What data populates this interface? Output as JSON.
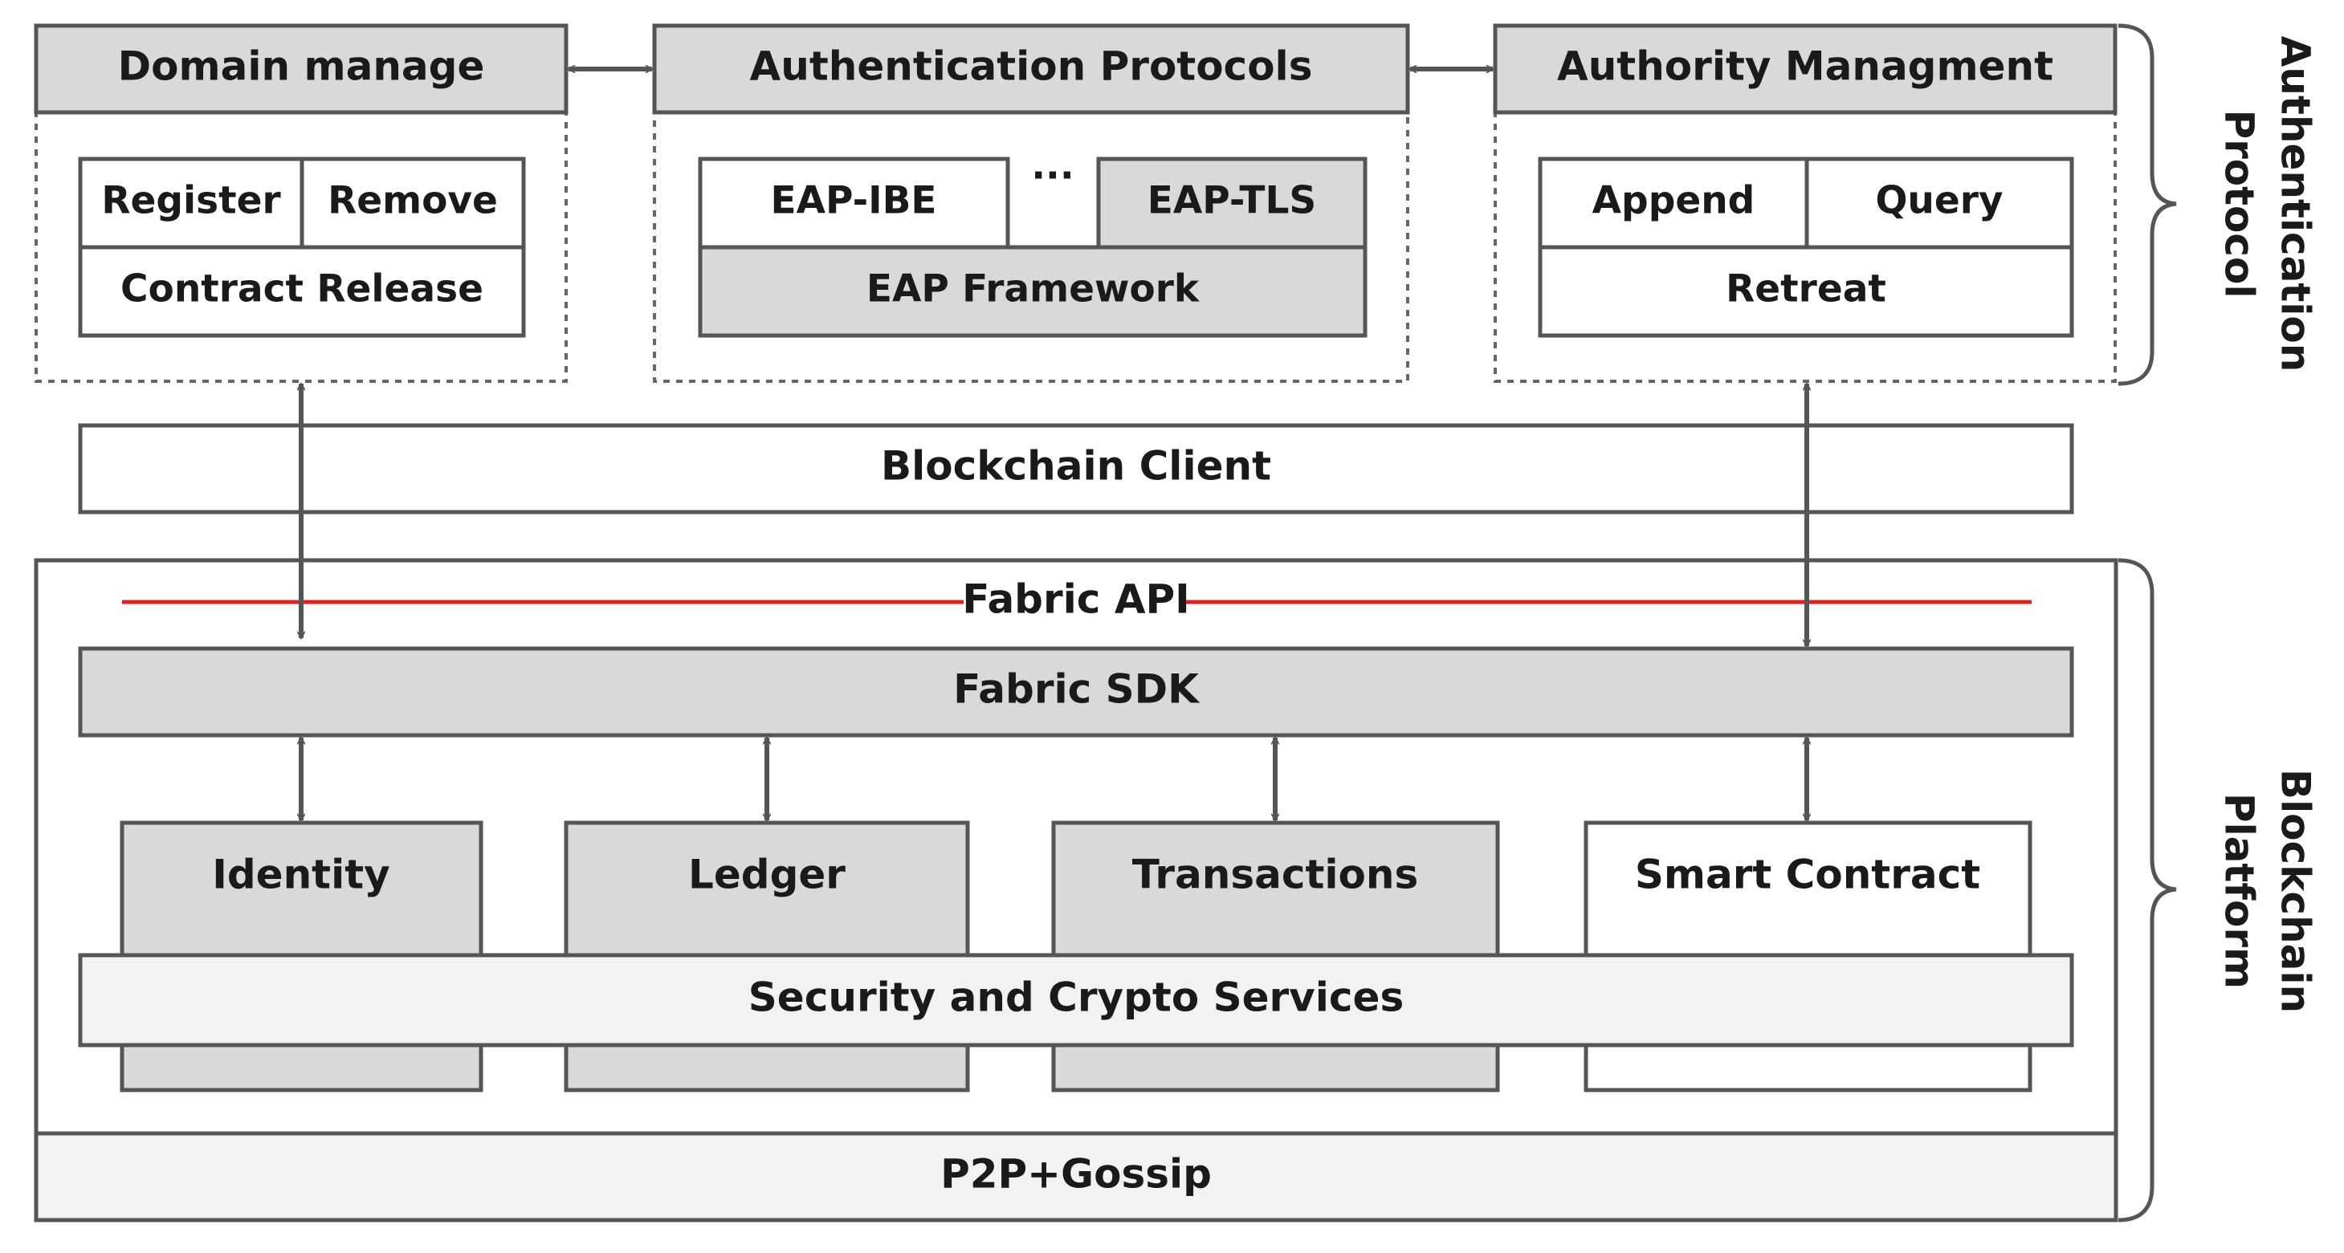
{
  "modules": {
    "domain": {
      "title": "Domain manage",
      "register": "Register",
      "remove": "Remove",
      "contract_release": "Contract Release"
    },
    "auth": {
      "title": "Authentication Protocols",
      "eap_ibe": "EAP-IBE",
      "ellipsis": "···",
      "eap_tls": "EAP-TLS",
      "eap_framework": "EAP Framework"
    },
    "authority": {
      "title": "Authority Managment",
      "append": "Append",
      "query": "Query",
      "retreat": "Retreat"
    }
  },
  "blockchain_client": "Blockchain Client",
  "platform": {
    "fabric_api": "Fabric API",
    "fabric_sdk": "Fabric SDK",
    "identity": "Identity",
    "ledger": "Ledger",
    "transactions": "Transactions",
    "smart_contract": "Smart Contract",
    "security": "Security and Crypto Services",
    "p2p": "P2P+Gossip"
  },
  "side_labels": {
    "auth_protocol_line1": "Authentication",
    "auth_protocol_line2": "Protocol",
    "blockchain_platform_line1": "Blockchain",
    "blockchain_platform_line2": "Platform"
  },
  "colors": {
    "gray_fill": "#d9d9d9",
    "stroke": "#555555",
    "fabric_api_line": "#e02020"
  }
}
